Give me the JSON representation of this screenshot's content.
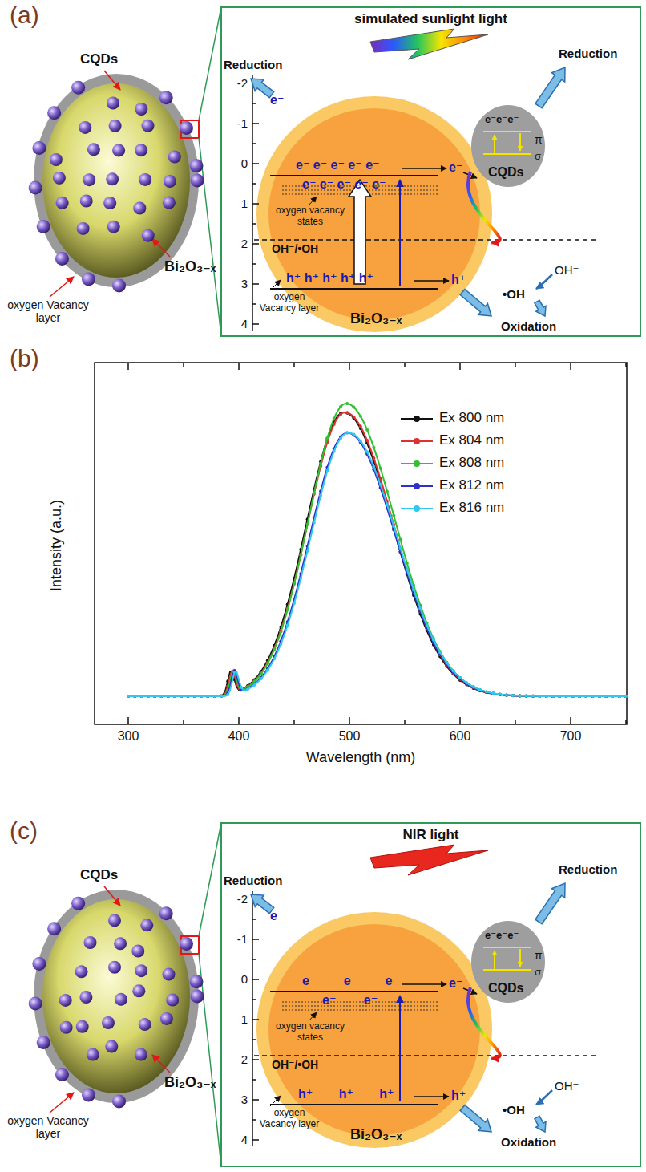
{
  "diagram": {
    "nodes": [
      {
        "text": [
          "simulated sunlight light"
        ]
      },
      {
        "text": [
          "Bi₂O₃₋ₓ"
        ],
        "in": 0
      },
      {
        "text": [
          "e⁻e⁻e⁻",
          "π",
          "σ",
          "CQDs"
        ],
        "in": 0
      },
      {
        "text": [
          "NIR light"
        ]
      },
      {
        "text": [
          "Bi₂O₃₋ₓ"
        ],
        "in": 3
      },
      {
        "text": [
          "e⁻e⁻e⁻",
          "π",
          "σ",
          "CQDs"
        ],
        "in": 3
      }
    ],
    "edges": [
      {
        "from": 2,
        "to": 1,
        "arrow": "to"
      },
      {
        "from": 5,
        "to": 4,
        "arrow": "to"
      }
    ],
    "labels": [
      "(a)",
      "CQDs",
      "Bi₂O₃₋ₓ",
      "oxygen Vacancy layer",
      "-2",
      "-1",
      "0",
      "1",
      "2",
      "3",
      "4",
      "Reduction",
      "e⁻",
      "e⁻ e⁻ e⁻ e⁻ e⁻",
      "e⁻ e⁻ e⁻ e⁻ e⁻",
      "oxygen vacancy states",
      "OH⁻/•OH",
      "h⁺ h⁺ h⁺ h⁺ h⁺",
      "h⁺",
      "oxygen Vacancy layer",
      "e⁻",
      "Reduction",
      "OH⁻",
      "•OH",
      "Oxidation",
      "(b)",
      "Intensity (a.u.)",
      "Wavelength (nm)",
      "300",
      "400",
      "500",
      "600",
      "700",
      "(c)",
      "CQDs",
      "Bi₂O₃₋ₓ",
      "oxygen Vacancy layer",
      "-2",
      "-1",
      "0",
      "1",
      "2",
      "3",
      "4",
      "Reduction",
      "e⁻",
      "e⁻ e⁻ e⁻",
      "e⁻ e⁻",
      "oxygen vacancy states",
      "OH⁻/•OH",
      "h⁺ h⁺ h⁺",
      "h⁺",
      "oxygen Vacancy layer",
      "e⁻",
      "Reduction",
      "OH⁻",
      "•OH",
      "Oxidation"
    ],
    "legend": [
      {
        "text": "Ex 800 nm"
      },
      {
        "text": "Ex 804 nm"
      },
      {
        "text": "Ex 808 nm"
      },
      {
        "text": "Ex 812 nm"
      },
      {
        "text": "Ex 816 nm"
      }
    ]
  }
}
